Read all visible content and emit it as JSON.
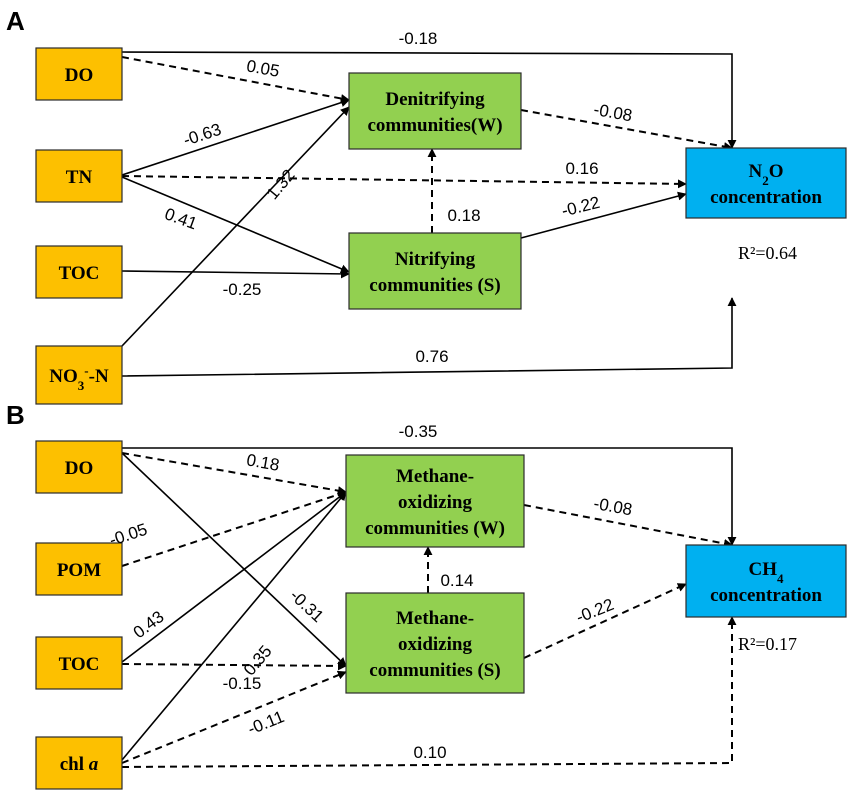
{
  "colors": {
    "driver": "#FDC000",
    "community": "#92D050",
    "outcome": "#00B0F0",
    "line": "#000000"
  },
  "panels": [
    {
      "label": "A",
      "r2": "R²=0.64",
      "nodes": {
        "do": {
          "parts": [
            {
              "t": "DO"
            }
          ]
        },
        "tn": {
          "parts": [
            {
              "t": "TN"
            }
          ]
        },
        "toc": {
          "parts": [
            {
              "t": "TOC"
            }
          ]
        },
        "no3": {
          "parts": [
            {
              "t": "NO"
            },
            {
              "t": "3",
              "sub": true
            },
            {
              "t": "-",
              "sup": true
            },
            {
              "t": "-N"
            }
          ]
        },
        "den": {
          "lines": [
            "Denitrifying",
            "communities(W)"
          ]
        },
        "nit": {
          "lines": [
            "Nitrifying",
            "communities (S)"
          ]
        },
        "n2o": {
          "lines": [
            [
              {
                "t": "N"
              },
              {
                "t": "2",
                "sub": true
              },
              {
                "t": "O"
              }
            ],
            [
              {
                "t": "concentration"
              }
            ]
          ]
        }
      },
      "edges": [
        {
          "id": "do-n2o",
          "coef": "-0.18",
          "style": "solid"
        },
        {
          "id": "do-den",
          "coef": "0.05",
          "style": "dashed"
        },
        {
          "id": "tn-den",
          "coef": "-0.63",
          "style": "solid"
        },
        {
          "id": "tn-n2o",
          "coef": "0.16",
          "style": "dashed"
        },
        {
          "id": "tn-nit",
          "coef": "0.41",
          "style": "solid"
        },
        {
          "id": "no3-den",
          "coef": "1.32",
          "style": "solid"
        },
        {
          "id": "toc-nit",
          "coef": "-0.25",
          "style": "solid"
        },
        {
          "id": "nit-den",
          "coef": "0.18",
          "style": "dashed"
        },
        {
          "id": "den-n2o",
          "coef": "-0.08",
          "style": "dashed"
        },
        {
          "id": "nit-n2o",
          "coef": "-0.22",
          "style": "solid"
        },
        {
          "id": "no3-n2o",
          "coef": "0.76",
          "style": "solid"
        }
      ]
    },
    {
      "label": "B",
      "r2": "R²=0.17",
      "nodes": {
        "do": {
          "parts": [
            {
              "t": "DO"
            }
          ]
        },
        "pom": {
          "parts": [
            {
              "t": "POM"
            }
          ]
        },
        "toc": {
          "parts": [
            {
              "t": "TOC"
            }
          ]
        },
        "chl": {
          "parts": [
            {
              "t": "chl "
            },
            {
              "t": "a",
              "italic": true
            }
          ]
        },
        "mow": {
          "lines": [
            "Methane-",
            "oxidizing",
            "communities (W)"
          ]
        },
        "mos": {
          "lines": [
            "Methane-",
            "oxidizing",
            "communities (S)"
          ]
        },
        "ch4": {
          "lines": [
            [
              {
                "t": "CH"
              },
              {
                "t": "4",
                "sub": true
              }
            ],
            [
              {
                "t": "concentration"
              }
            ]
          ]
        }
      },
      "edges": [
        {
          "id": "do-ch4",
          "coef": "-0.35",
          "style": "solid"
        },
        {
          "id": "do-mow",
          "coef": "0.18",
          "style": "dashed"
        },
        {
          "id": "pom-mow",
          "coef": "-0.05",
          "style": "dashed"
        },
        {
          "id": "do-mos",
          "coef": "-0.31",
          "style": "solid"
        },
        {
          "id": "toc-mow",
          "coef": "0.43",
          "style": "solid"
        },
        {
          "id": "chl-mow",
          "coef": "0.35",
          "style": "solid"
        },
        {
          "id": "toc-mos",
          "coef": "-0.15",
          "style": "dashed"
        },
        {
          "id": "chl-mos",
          "coef": "-0.11",
          "style": "dashed"
        },
        {
          "id": "mos-mow",
          "coef": "0.14",
          "style": "dashed"
        },
        {
          "id": "mow-ch4",
          "coef": "-0.08",
          "style": "dashed"
        },
        {
          "id": "mos-ch4",
          "coef": "-0.22",
          "style": "dashed"
        },
        {
          "id": "chl-ch4",
          "coef": "0.10",
          "style": "dashed"
        }
      ]
    }
  ]
}
